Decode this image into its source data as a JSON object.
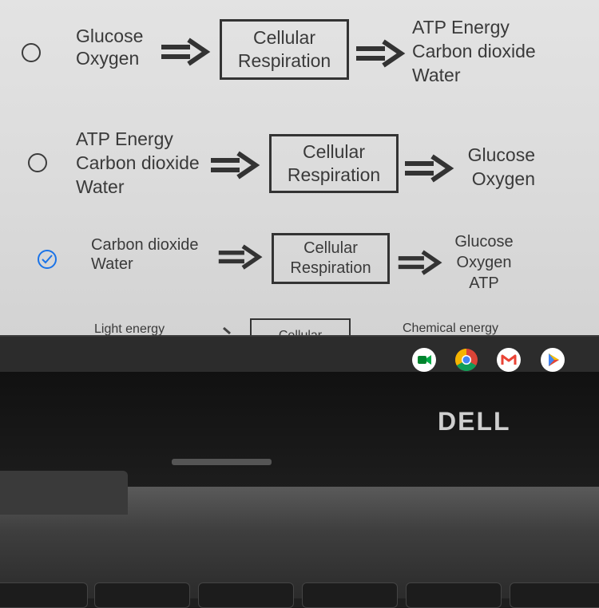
{
  "options": [
    {
      "selected": false,
      "inputs": [
        "Glucose",
        "Oxygen"
      ],
      "process": [
        "Cellular",
        "Respiration"
      ],
      "outputs": [
        "ATP Energy",
        "Carbon dioxide",
        "Water"
      ]
    },
    {
      "selected": false,
      "inputs": [
        "ATP Energy",
        "Carbon dioxide",
        "Water"
      ],
      "process": [
        "Cellular",
        "Respiration"
      ],
      "outputs": [
        "Glucose",
        "Oxygen"
      ]
    },
    {
      "selected": true,
      "inputs": [
        "Carbon dioxide",
        "Water"
      ],
      "process": [
        "Cellular",
        "Respiration"
      ],
      "outputs": [
        "Glucose",
        "Oxygen",
        "ATP"
      ]
    },
    {
      "selected": false,
      "inputs": [
        "Light energy"
      ],
      "process": [
        "Cellular"
      ],
      "outputs": [
        "Chemical energy"
      ]
    }
  ],
  "taskbar": {
    "icons": [
      "meet-icon",
      "chrome-icon",
      "gmail-icon",
      "play-store-icon"
    ]
  },
  "laptop": {
    "brand": "DELL"
  },
  "colors": {
    "selected": "#1a73e8",
    "screen_bg": "#dcdcdc",
    "text": "#3a3a3a"
  }
}
